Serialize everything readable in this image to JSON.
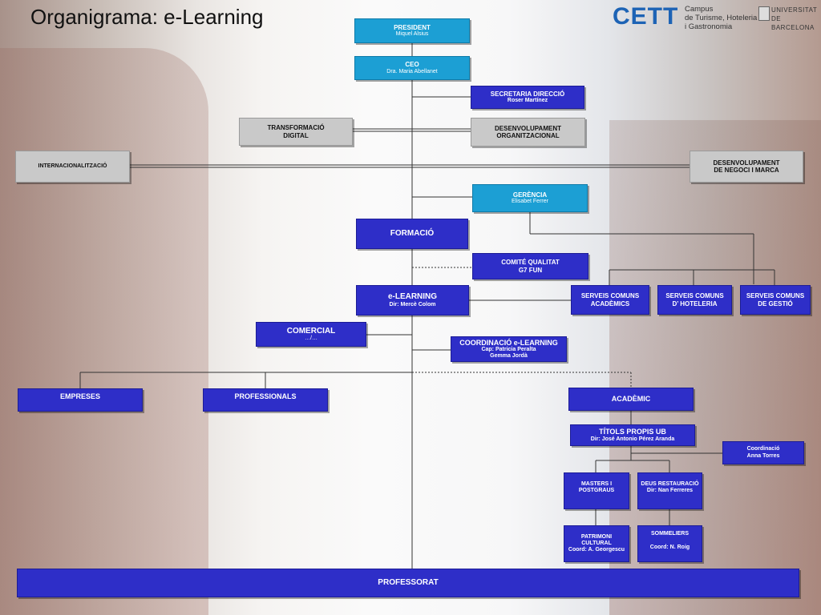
{
  "title": "Organigrama: e-Learning",
  "logo": {
    "cett": "CETT",
    "campus_line1": "Campus",
    "campus_line2": "de Turisme, Hoteleria",
    "campus_line3": "i Gastronomia",
    "ub_line1": "UNIVERSITAT DE",
    "ub_line2": "BARCELONA"
  },
  "colors": {
    "cyan": "#1c9fd4",
    "blue": "#2e2ec8",
    "grey": "#c9c9c9"
  },
  "nodes": {
    "president": {
      "title": "PRESIDENT",
      "sub": "Miquel Alsius"
    },
    "ceo": {
      "title": "CEO",
      "sub": "Dra. Maria Abellanet"
    },
    "secretaria": {
      "title": "SECRETARIA DIRECCIÓ",
      "sub": "Roser Martínez"
    },
    "transformacio": {
      "line1": "TRANSFORMACIÓ",
      "line2": "DIGITAL"
    },
    "desenv_org": {
      "line1": "DESENVOLUPAMENT",
      "line2": "ORGANITZACIONAL"
    },
    "internacionalitzacio": {
      "title": "INTERNACIONALITZACIÓ"
    },
    "desenv_negoci": {
      "line1": "DESENVOLUPAMENT",
      "line2": "DE NEGOCI I MARCA"
    },
    "gerencia": {
      "title": "GERÈNCIA",
      "sub": "Elisabet Ferrer"
    },
    "formacio": {
      "title": "FORMACIÓ"
    },
    "comite": {
      "line1": "COMITÉ QUALITAT",
      "line2": "G7 FUN"
    },
    "elearning": {
      "title": "e-LEARNING",
      "sub": "Dir: Mercè Colom"
    },
    "serveis_academics": {
      "line1": "SERVEIS COMUNS",
      "line2": "ACADÈMICS"
    },
    "serveis_hoteleria": {
      "line1": "SERVEIS COMUNS",
      "line2": "D’ HOTELERIA"
    },
    "serveis_gestio": {
      "line1": "SERVEIS COMUNS",
      "line2": "DE GESTIÓ"
    },
    "comercial": {
      "title": "COMERCIAL",
      "sub": "…/…"
    },
    "coordinacio_el": {
      "title": "COORDINACIÓ e-LEARNING",
      "sub1": "Cap: Patricia Peralta",
      "sub2": "Gemma Jordà"
    },
    "empreses": {
      "title": "EMPRESES"
    },
    "professionals": {
      "title": "PROFESSIONALS"
    },
    "academic": {
      "title": "ACADÈMIC"
    },
    "titols": {
      "title": "TÍTOLS PROPIS UB",
      "sub": "Dir: José Antonio Pérez Aranda"
    },
    "coordinacio_at": {
      "line1": "Coordinació",
      "line2": "Anna Torres"
    },
    "masters": {
      "line1": "MASTERS I",
      "line2": "POSTGRAUS"
    },
    "deus": {
      "line1": "DEUS RESTAURACIÓ",
      "line2": "Dir: Nan Ferreres"
    },
    "patrimoni": {
      "line1": "PATRIMONI",
      "line2": "CULTURAL",
      "line3": "Coord: A. Georgescu"
    },
    "sommeliers": {
      "line1": "SOMMELIERS",
      "line2": "Coord: N. Roig"
    },
    "professorat": {
      "title": "PROFESSORAT"
    }
  }
}
